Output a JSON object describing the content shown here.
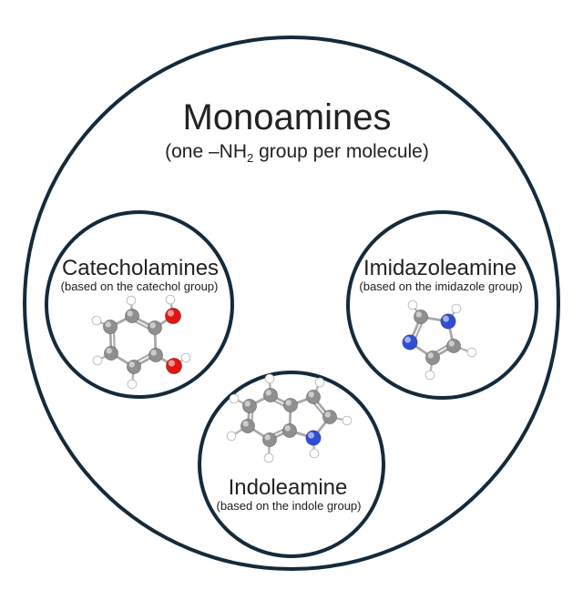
{
  "diagram": {
    "title": "Monoamines",
    "subtitle": {
      "prefix": "(one –NH",
      "sub": "2",
      "suffix": " group per molecule)"
    },
    "colors": {
      "circle_border": "#152a3a",
      "text": "#222222",
      "background": "#ffffff",
      "bond": "#a9a9a9",
      "atoms": {
        "C": "#8f8f8f",
        "H": "#ffffff",
        "O": "#e01610",
        "N": "#2f4ed6"
      }
    },
    "groups": [
      {
        "name": "Catecholamines",
        "note": "(based on the catechol group)",
        "molecule": "catechol"
      },
      {
        "name": "Imidazoleamine",
        "note": "(based on the imidazole group)",
        "molecule": "imidazole"
      },
      {
        "name": "Indoleamine",
        "note": "(based on the indole group)",
        "molecule": "indole"
      }
    ],
    "molecules": {
      "catechol": {
        "atoms": [
          [
            60,
            27,
            "C"
          ],
          [
            85,
            40,
            "C"
          ],
          [
            86,
            70,
            "C"
          ],
          [
            62,
            83,
            "C"
          ],
          [
            37,
            68,
            "C"
          ],
          [
            36,
            39,
            "C"
          ],
          [
            105,
            27,
            "O"
          ],
          [
            106,
            82,
            "O"
          ],
          [
            59,
            10,
            "H"
          ],
          [
            21,
            32,
            "H"
          ],
          [
            22,
            76,
            "H"
          ],
          [
            60,
            102,
            "H"
          ],
          [
            102,
            9,
            "H"
          ],
          [
            119,
            73,
            "H"
          ]
        ],
        "bonds": [
          [
            0,
            1,
            "d",
            61,
            55
          ],
          [
            1,
            2,
            "s"
          ],
          [
            2,
            3,
            "d",
            61,
            55
          ],
          [
            3,
            4,
            "s"
          ],
          [
            4,
            5,
            "d",
            61,
            55
          ],
          [
            5,
            0,
            "s"
          ],
          [
            1,
            6,
            "s"
          ],
          [
            2,
            7,
            "s"
          ],
          [
            0,
            8,
            "h"
          ],
          [
            5,
            9,
            "h"
          ],
          [
            4,
            10,
            "h"
          ],
          [
            3,
            11,
            "h"
          ],
          [
            6,
            12,
            "h"
          ],
          [
            7,
            13,
            "h"
          ]
        ]
      },
      "imidazole": {
        "atoms": [
          [
            32,
            23,
            "C"
          ],
          [
            62,
            28,
            "N"
          ],
          [
            20,
            51,
            "N"
          ],
          [
            68,
            55,
            "C"
          ],
          [
            45,
            68,
            "C"
          ],
          [
            23,
            10,
            "H"
          ],
          [
            71,
            14,
            "H"
          ],
          [
            88,
            62,
            "H"
          ],
          [
            42,
            87,
            "H"
          ]
        ],
        "bonds": [
          [
            0,
            1,
            "s"
          ],
          [
            0,
            2,
            "d",
            45,
            45
          ],
          [
            2,
            4,
            "s"
          ],
          [
            4,
            3,
            "d",
            45,
            45
          ],
          [
            3,
            1,
            "s"
          ],
          [
            0,
            5,
            "h"
          ],
          [
            1,
            6,
            "h"
          ],
          [
            3,
            7,
            "h"
          ],
          [
            4,
            8,
            "h"
          ]
        ]
      },
      "indole": {
        "atoms": [
          [
            52,
            29,
            "C"
          ],
          [
            29,
            41,
            "C"
          ],
          [
            27,
            63,
            "C"
          ],
          [
            51,
            78,
            "C"
          ],
          [
            73,
            68,
            "C"
          ],
          [
            74,
            40,
            "C"
          ],
          [
            99,
            31,
            "C"
          ],
          [
            117,
            53,
            "C"
          ],
          [
            99,
            76,
            "N"
          ],
          [
            51,
            11,
            "H"
          ],
          [
            12,
            33,
            "H"
          ],
          [
            9,
            74,
            "H"
          ],
          [
            50,
            98,
            "H"
          ],
          [
            106,
            15,
            "H"
          ],
          [
            136,
            57,
            "H"
          ],
          [
            100,
            93,
            "H"
          ]
        ],
        "bonds": [
          [
            0,
            1,
            "s"
          ],
          [
            1,
            2,
            "d",
            51,
            53
          ],
          [
            2,
            3,
            "s"
          ],
          [
            3,
            4,
            "d",
            51,
            53
          ],
          [
            4,
            5,
            "s"
          ],
          [
            5,
            0,
            "d",
            51,
            53
          ],
          [
            5,
            6,
            "s"
          ],
          [
            6,
            7,
            "d",
            92,
            54
          ],
          [
            7,
            8,
            "s"
          ],
          [
            8,
            4,
            "s"
          ],
          [
            0,
            9,
            "h"
          ],
          [
            1,
            10,
            "h"
          ],
          [
            2,
            11,
            "h"
          ],
          [
            3,
            12,
            "h"
          ],
          [
            6,
            13,
            "h"
          ],
          [
            7,
            14,
            "h"
          ],
          [
            8,
            15,
            "h"
          ]
        ]
      }
    }
  }
}
